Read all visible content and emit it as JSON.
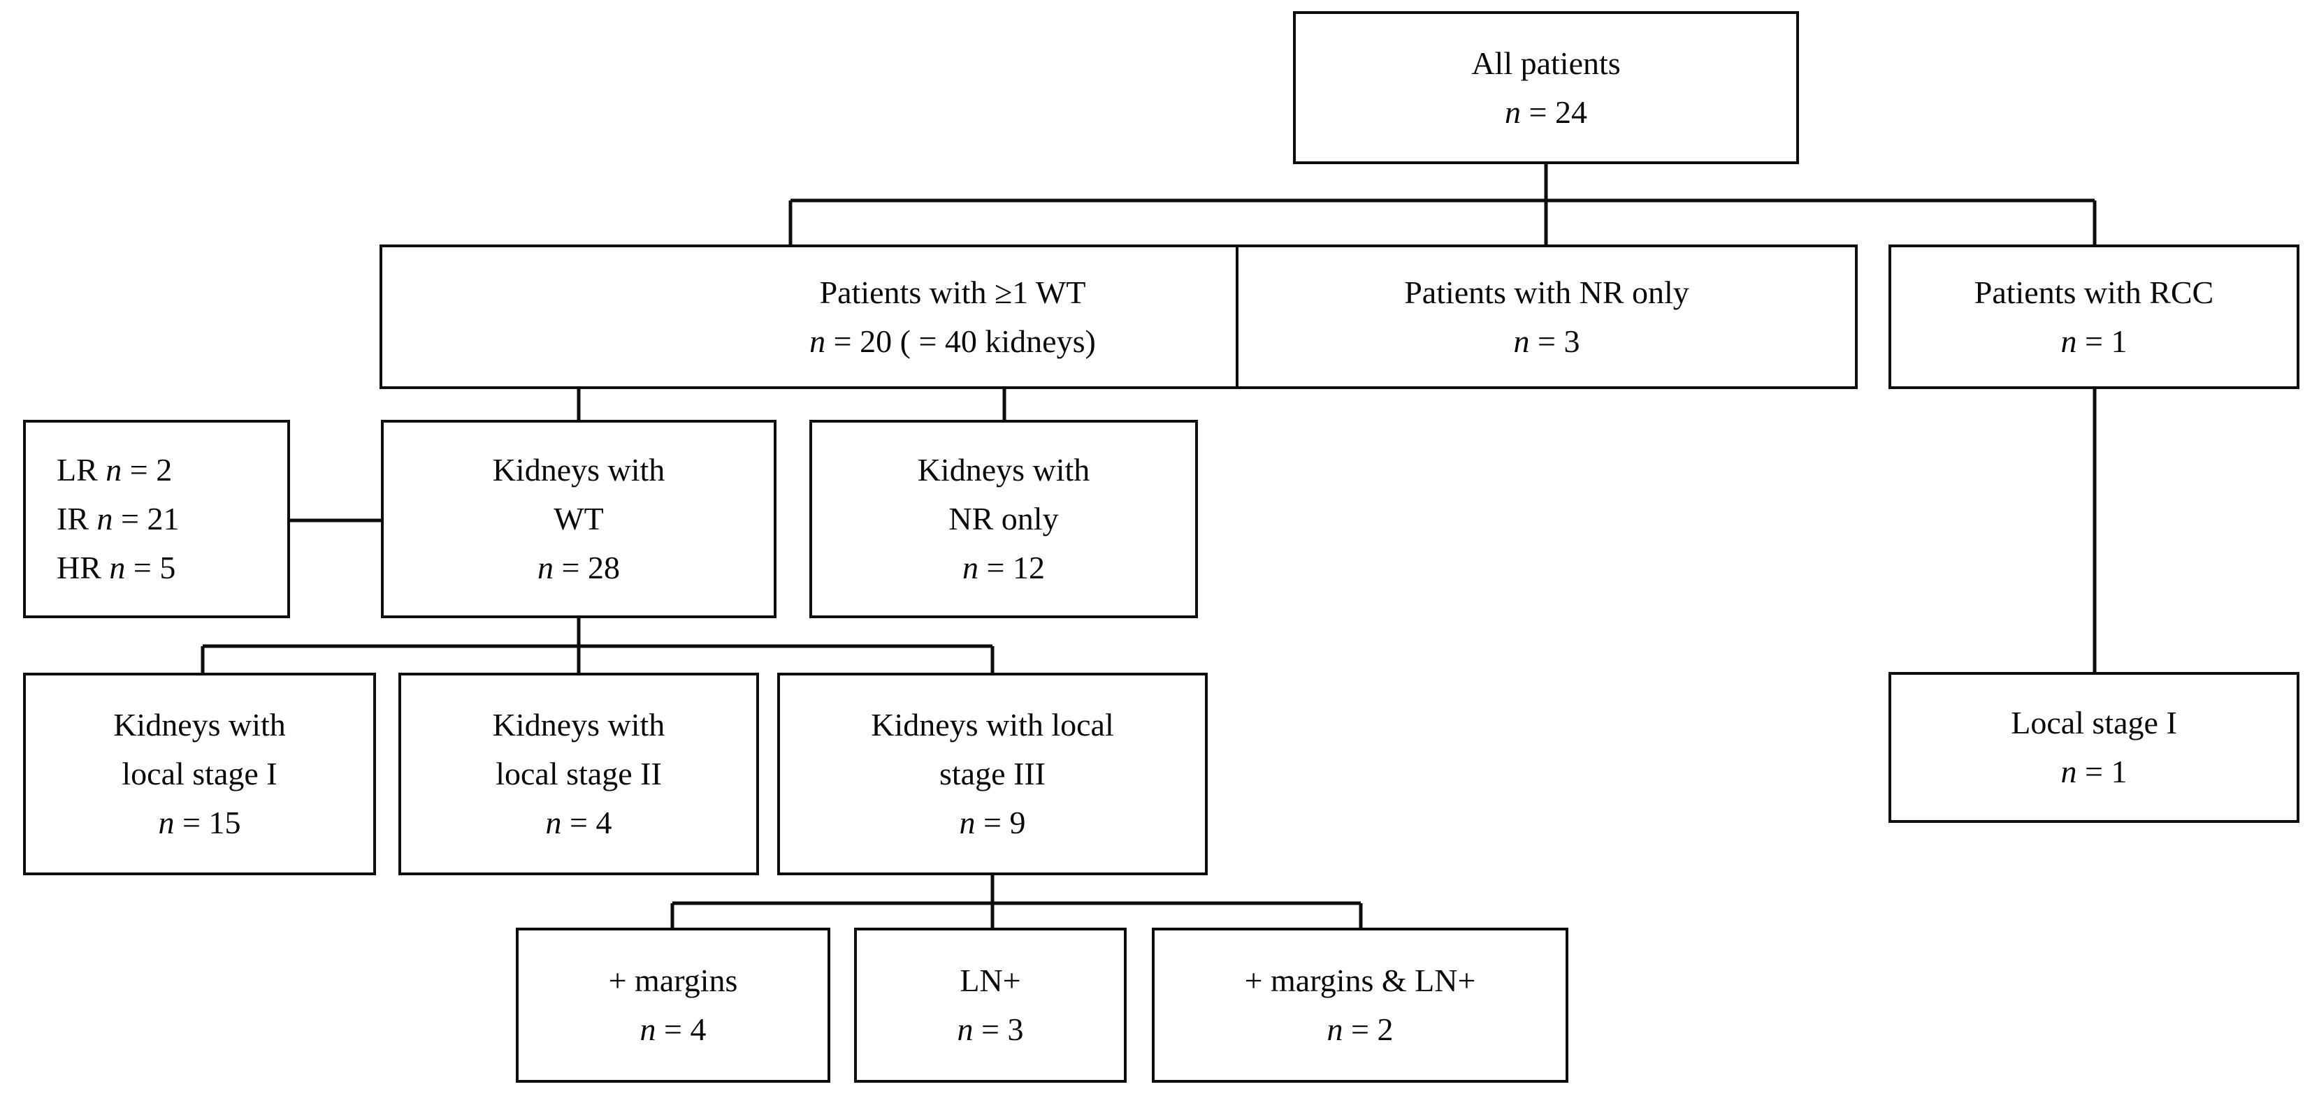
{
  "diagram": {
    "title": "Patient and kidney cohort flow diagram",
    "type": "flowchart",
    "stroke_color": "#0d0d0d",
    "background_color": "#ffffff",
    "nodes": [
      {
        "id": "all-patients",
        "lines": [
          "All patients",
          "n = 24"
        ],
        "line1": "All patients",
        "line2": "n = 24",
        "line3": "",
        "count": 24,
        "align": "center"
      },
      {
        "id": "patients-wt",
        "lines": [
          "Patients with ≥1 WT",
          "n = 20 ( = 40 kidneys)"
        ],
        "line1": "Patients with ≥1 WT",
        "line2": "n = 20 ( = 40 kidneys)",
        "line3": "",
        "count": 20,
        "align": "center"
      },
      {
        "id": "patients-nr-only",
        "lines": [
          "Patients with NR only",
          "n = 3"
        ],
        "line1": "Patients with NR only",
        "line2": "n = 3",
        "line3": "",
        "count": 3,
        "align": "center"
      },
      {
        "id": "patients-rcc",
        "lines": [
          "Patients with RCC",
          "n = 1"
        ],
        "line1": "Patients with RCC",
        "line2": "n = 1",
        "line3": "",
        "count": 1,
        "align": "center"
      },
      {
        "id": "risk-groups",
        "lines": [
          "LR n = 2",
          "IR n = 21",
          "HR n = 5"
        ],
        "line1": "LR n = 2",
        "line2": "IR n = 21",
        "line3": "HR n = 5",
        "count": null,
        "align": "left"
      },
      {
        "id": "kidneys-wt",
        "lines": [
          "Kidneys with",
          "WT",
          "n = 28"
        ],
        "line1": "Kidneys with",
        "line2": "WT",
        "line3": "n = 28",
        "count": 28,
        "align": "center"
      },
      {
        "id": "kidneys-nr-only",
        "lines": [
          "Kidneys with",
          "NR only",
          "n = 12"
        ],
        "line1": "Kidneys with",
        "line2": "NR only",
        "line3": "n = 12",
        "count": 12,
        "align": "center"
      },
      {
        "id": "kidneys-stage-1",
        "lines": [
          "Kidneys with",
          "local stage I",
          "n = 15"
        ],
        "line1": "Kidneys with",
        "line2": "local stage I",
        "line3": "n = 15",
        "count": 15,
        "align": "center"
      },
      {
        "id": "kidneys-stage-2",
        "lines": [
          "Kidneys with",
          "local stage II",
          "n = 4"
        ],
        "line1": "Kidneys with",
        "line2": "local stage II",
        "line3": "n = 4",
        "count": 4,
        "align": "center"
      },
      {
        "id": "kidneys-stage-3",
        "lines": [
          "Kidneys with local",
          "stage III",
          "n = 9"
        ],
        "line1": "Kidneys with local",
        "line2": "stage III",
        "line3": "n = 9",
        "count": 9,
        "align": "center"
      },
      {
        "id": "positive-margins",
        "lines": [
          "+ margins",
          "n = 4"
        ],
        "line1": "+ margins",
        "line2": "n = 4",
        "line3": "",
        "count": 4,
        "align": "center"
      },
      {
        "id": "ln-positive",
        "lines": [
          "LN+",
          "n = 3"
        ],
        "line1": "LN+",
        "line2": "n = 3",
        "line3": "",
        "count": 3,
        "align": "center"
      },
      {
        "id": "margins-and-ln",
        "lines": [
          "+ margins & LN+",
          "n = 2"
        ],
        "line1": "+ margins & LN+",
        "line2": "n = 2",
        "line3": "",
        "count": 2,
        "align": "center"
      },
      {
        "id": "rcc-local-stage-1",
        "lines": [
          "Local stage I",
          "n = 1"
        ],
        "line1": "Local stage I",
        "line2": "n = 1",
        "line3": "",
        "count": 1,
        "align": "center"
      }
    ],
    "edges": [
      {
        "from": "all-patients",
        "to": "patients-wt"
      },
      {
        "from": "all-patients",
        "to": "patients-nr-only"
      },
      {
        "from": "all-patients",
        "to": "patients-rcc"
      },
      {
        "from": "patients-wt",
        "to": "kidneys-wt"
      },
      {
        "from": "patients-wt",
        "to": "kidneys-nr-only"
      },
      {
        "from": "risk-groups",
        "to": "kidneys-wt"
      },
      {
        "from": "kidneys-wt",
        "to": "kidneys-stage-1"
      },
      {
        "from": "kidneys-wt",
        "to": "kidneys-stage-2"
      },
      {
        "from": "kidneys-wt",
        "to": "kidneys-stage-3"
      },
      {
        "from": "kidneys-stage-3",
        "to": "positive-margins"
      },
      {
        "from": "kidneys-stage-3",
        "to": "ln-positive"
      },
      {
        "from": "kidneys-stage-3",
        "to": "margins-and-ln"
      },
      {
        "from": "patients-rcc",
        "to": "rcc-local-stage-1"
      }
    ]
  }
}
